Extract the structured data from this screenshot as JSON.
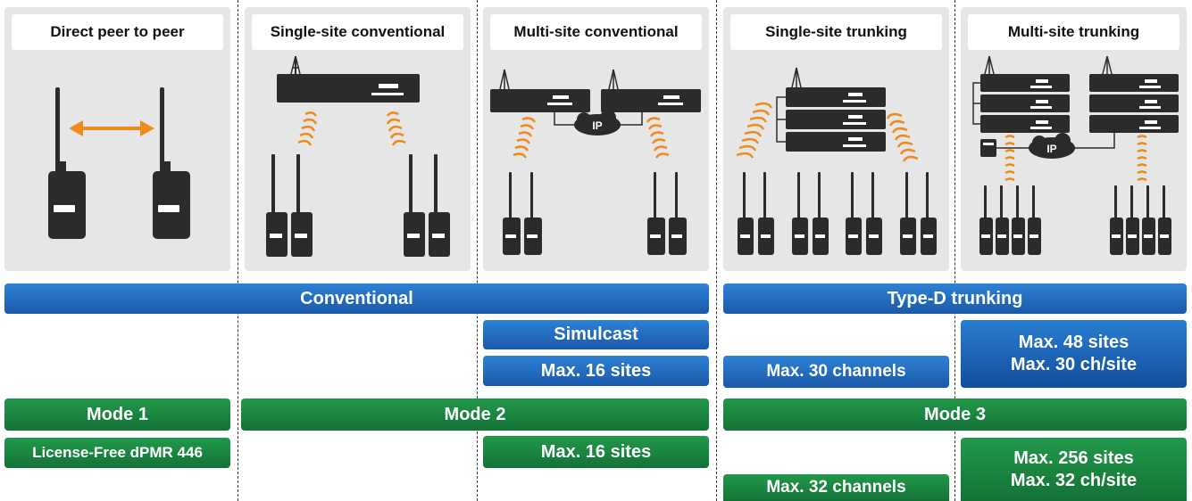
{
  "panels": [
    {
      "title": "Direct peer to peer",
      "icon": "radio-peer-to-peer-illustration"
    },
    {
      "title": "Single-site conventional",
      "icon": "single-repeater-illustration"
    },
    {
      "title": "Multi-site conventional",
      "icon": "ip-linked-repeaters-illustration"
    },
    {
      "title": "Single-site trunking",
      "icon": "trunking-repeater-stack-illustration"
    },
    {
      "title": "Multi-site trunking",
      "icon": "multi-site-trunking-illustration"
    }
  ],
  "bars": {
    "conventional": "Conventional",
    "type_d_trunking": "Type-D trunking",
    "simulcast": "Simulcast",
    "simulcast_sites": "Max. 16 sites",
    "trunk_channels": "Max. 30 channels",
    "trunk_sites_line1": "Max. 48 sites",
    "trunk_sites_line2": "Max. 30 ch/site",
    "mode1": "Mode 1",
    "mode2": "Mode 2",
    "mode3": "Mode 3",
    "license_free": "License-Free dPMR 446",
    "mode2_sites": "Max. 16 sites",
    "mode3_channels": "Max. 32 channels",
    "mode3_sites_line1": "Max. 256 sites",
    "mode3_sites_line2": "Max. 32 ch/site"
  },
  "labels": {
    "ip": "IP"
  },
  "colors": {
    "blue": "#1958a8",
    "green": "#137236",
    "orange": "#f08a1c",
    "radio": "#2b2b2b",
    "panel_bg": "#e6e6e6"
  }
}
